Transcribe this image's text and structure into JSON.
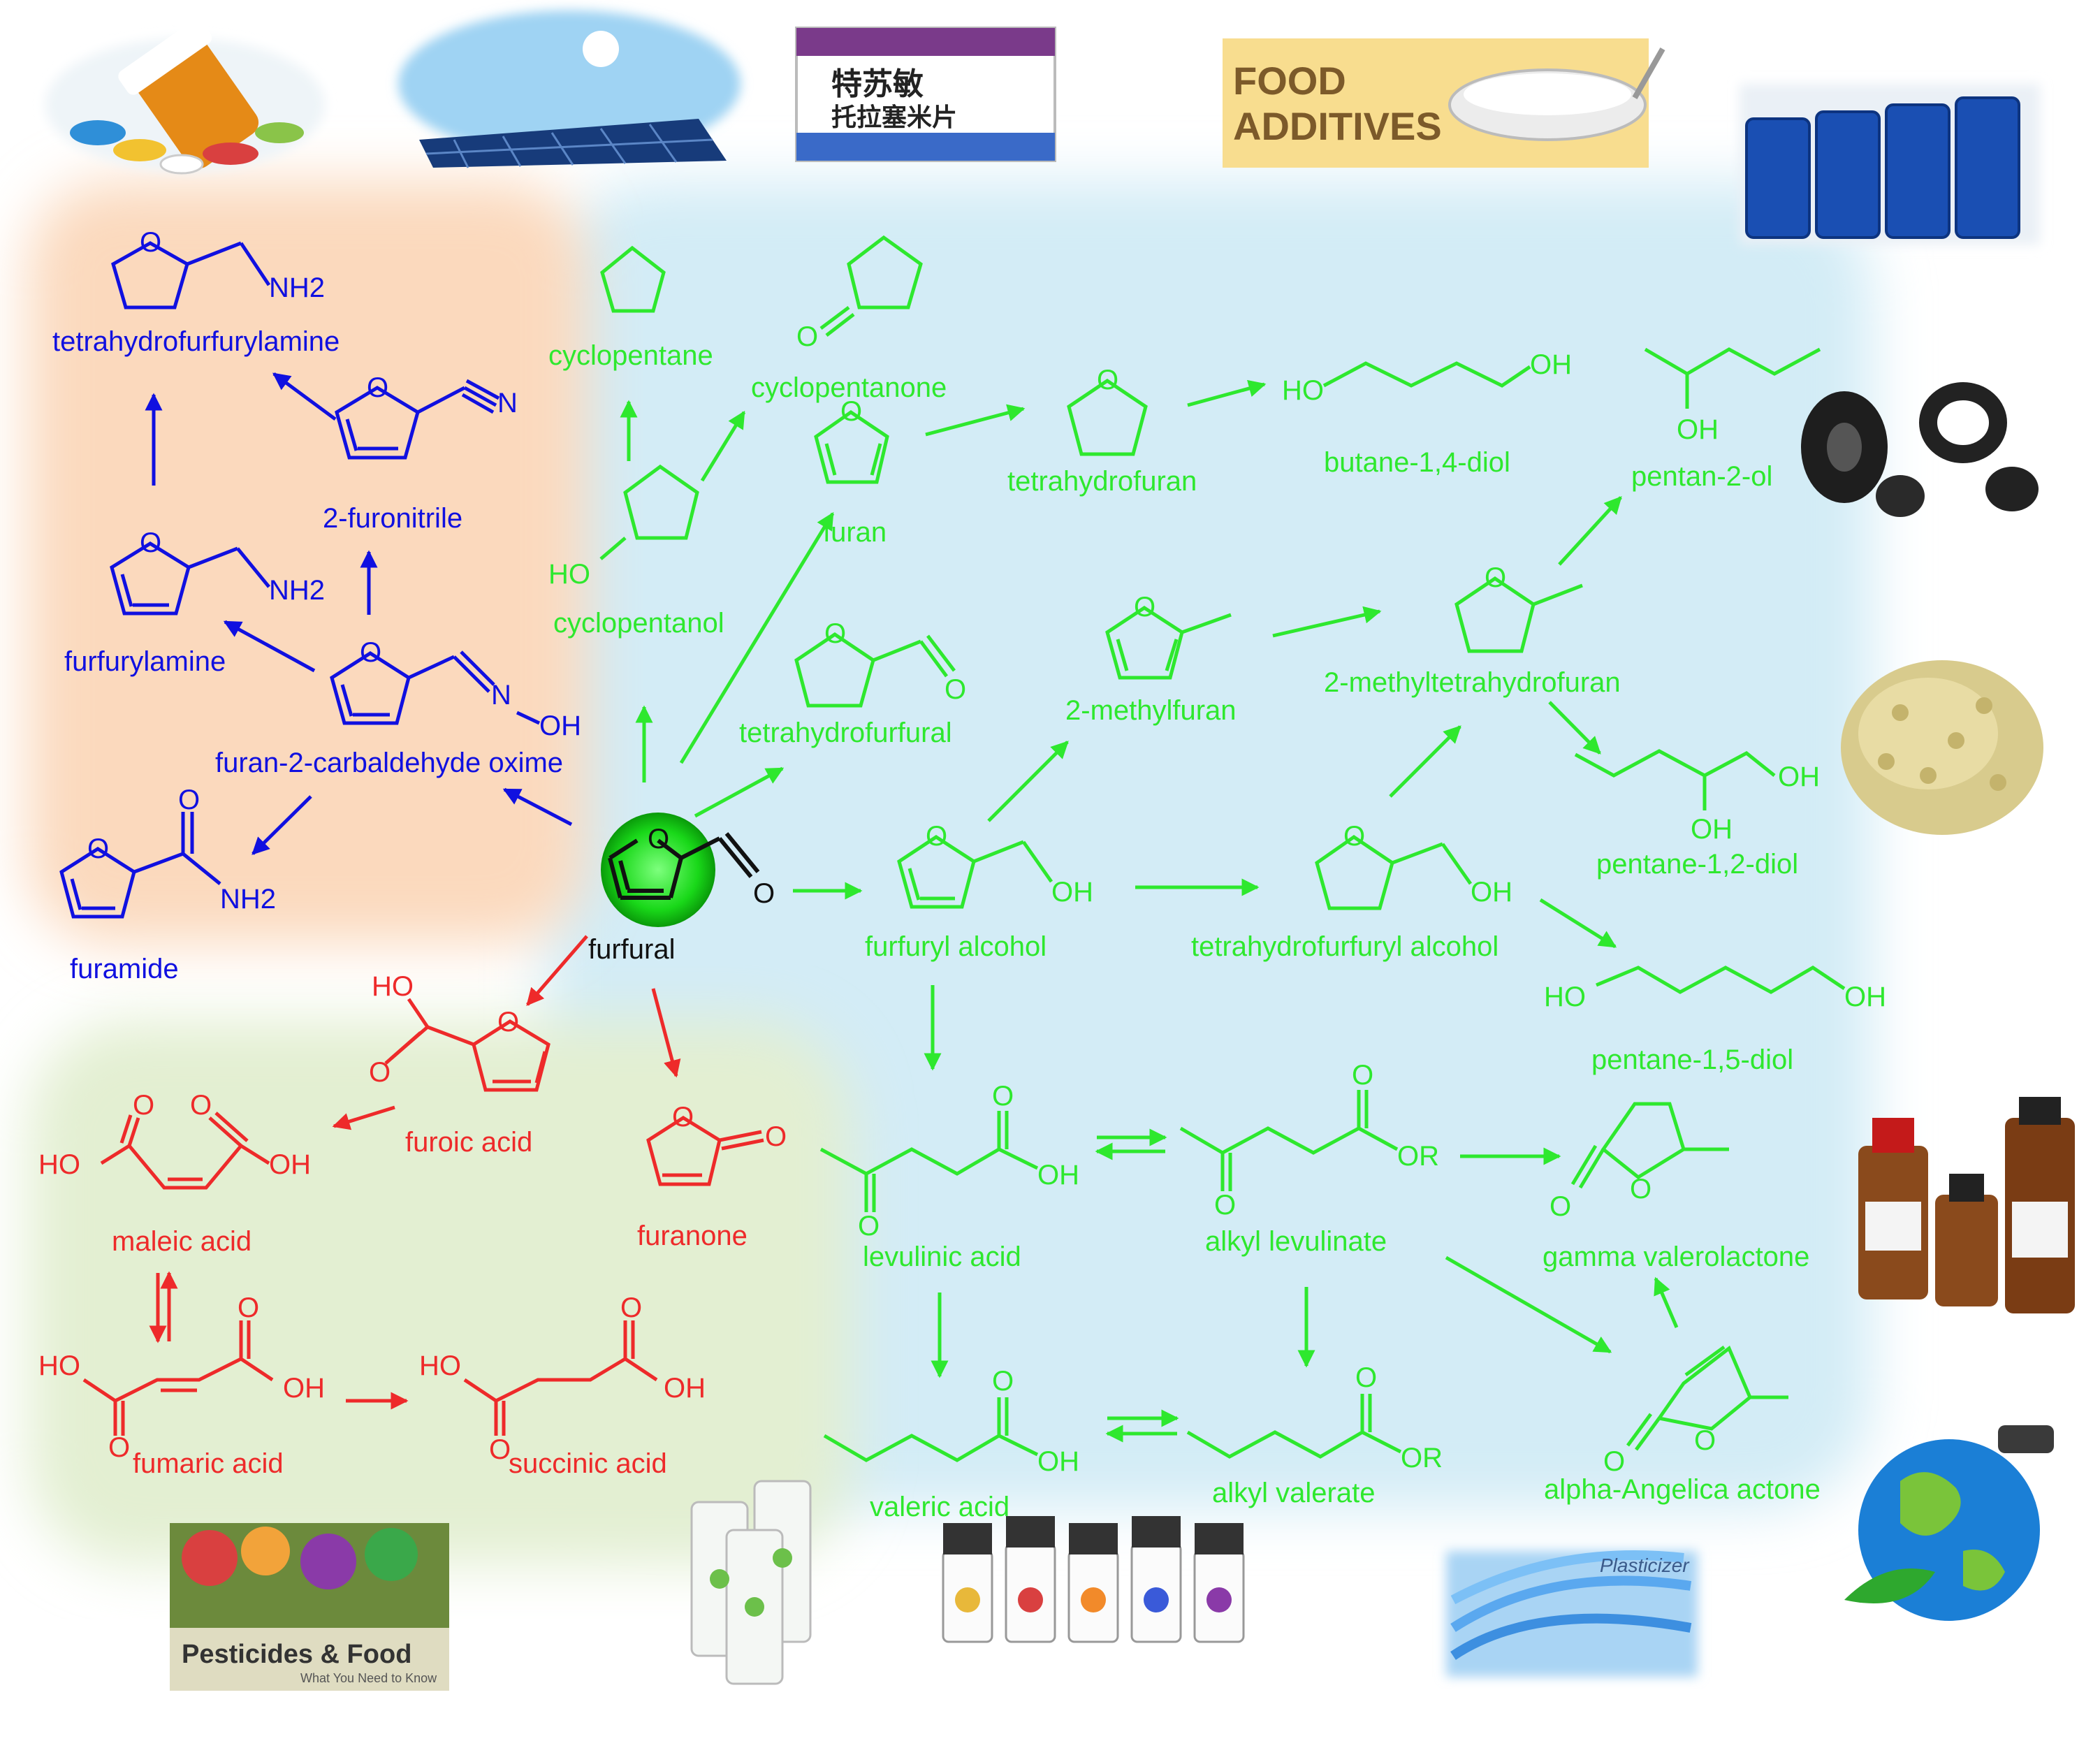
{
  "colors": {
    "blue": "#1010e0",
    "green": "#2ee82e",
    "red": "#ee2a2a",
    "black": "#111111",
    "orange_zone": "#fbd9bd",
    "blue_zone": "#d3ecf6",
    "green_zone": "#e3efd2"
  },
  "center": {
    "name": "furfural",
    "atom_o": "O"
  },
  "blue_branch": {
    "tetrahydrofurfurylamine": "tetrahydrofurfurylamine",
    "furonitrile": "2-furonitrile",
    "furfurylamine": "furfurylamine",
    "oxime": "furan-2-carbaldehyde oxime",
    "furamide": "furamide",
    "nh2": "NH2",
    "n": "N",
    "oh": "OH",
    "o": "O"
  },
  "red_branch": {
    "furoic_acid": "furoic acid",
    "furanone": "furanone",
    "maleic_acid": "maleic acid",
    "fumaric_acid": "fumaric acid",
    "succinic_acid": "succinic acid",
    "ho": "HO",
    "oh": "OH",
    "o": "O"
  },
  "green_branch": {
    "cyclopentane": "cyclopentane",
    "cyclopentanone": "cyclopentanone",
    "cyclopentanol": "cyclopentanol",
    "furan": "furan",
    "tetrahydrofuran": "tetrahydrofuran",
    "butanediol": "butane-1,4-diol",
    "pentan2ol": "pentan-2-ol",
    "thf_al": "tetrahydrofurfural",
    "methylfuran": "2-methylfuran",
    "methylthf": "2-methyltetrahydrofuran",
    "pentane12diol": "pentane-1,2-diol",
    "furfuryl_alcohol": "furfuryl alcohol",
    "thfa": "tetrahydrofurfuryl alcohol",
    "pentane15diol": "pentane-1,5-diol",
    "levulinic_acid": "levulinic acid",
    "alkyl_levulinate": "alkyl levulinate",
    "gvl": "gamma valerolactone",
    "valeric_acid": "valeric acid",
    "alkyl_valerate": "alkyl valerate",
    "angelica": "alpha-Angelica actone",
    "ho": "HO",
    "oh": "OH",
    "or": "OR",
    "o": "O"
  },
  "photos": {
    "food_additives_line1": "FOOD",
    "food_additives_line2": "ADDITIVES",
    "medicine_box_line1": "特苏敏",
    "medicine_box_line2": "托拉塞米片",
    "pesticides": "Pesticides & Food",
    "pesticides_sub": "What You Need to Know",
    "plasticizer": "Plasticizer"
  },
  "icons": [
    "pills-photo",
    "solar-panel-photo",
    "medicine-box-photo",
    "food-additives-photo",
    "barrels-photo",
    "tires-photo",
    "resin-pellets-photo",
    "reagent-bottles-photo",
    "biofuel-globe-photo",
    "pesticides-food-photo",
    "fertilizer-bottles-photo",
    "flavor-bottles-photo",
    "plasticizer-tubes-photo"
  ]
}
